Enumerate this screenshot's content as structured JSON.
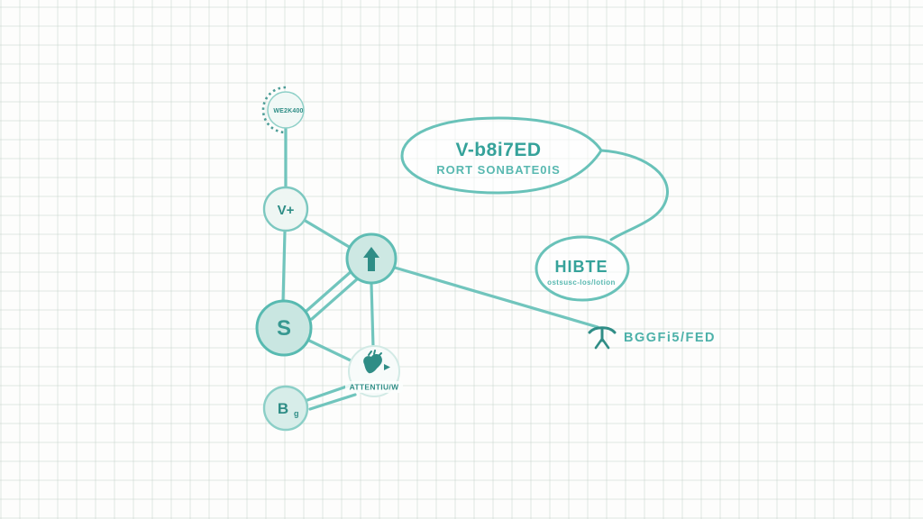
{
  "palette": {
    "edge": "#69c2b9",
    "teal-text": "#35a29a",
    "teal-dark": "#2f8d86",
    "node-fill": "#cde8e3",
    "bg": "#fdfdfc"
  },
  "diagram": {
    "nodes": {
      "badge": {
        "label": "WE2K400"
      },
      "vplus": {
        "label": "V+"
      },
      "s": {
        "label": "S"
      },
      "b": {
        "label": "B",
        "subscript": "g"
      },
      "heart": {
        "caption": "ATTENTIU/W"
      },
      "bubble": {
        "title": "V-b8i7ED",
        "subtitle": "RORT SONBATE0IS"
      },
      "hibte": {
        "title": "HIBTE",
        "subtitle": "ostsusc-los/lotion"
      },
      "bgg": {
        "label": "BGGFi5/FED"
      }
    },
    "icons": {
      "arrow_node": "up-arrow-icon",
      "heart_node": "heart-icon",
      "bgg_node": "person-arms-out-icon"
    }
  }
}
